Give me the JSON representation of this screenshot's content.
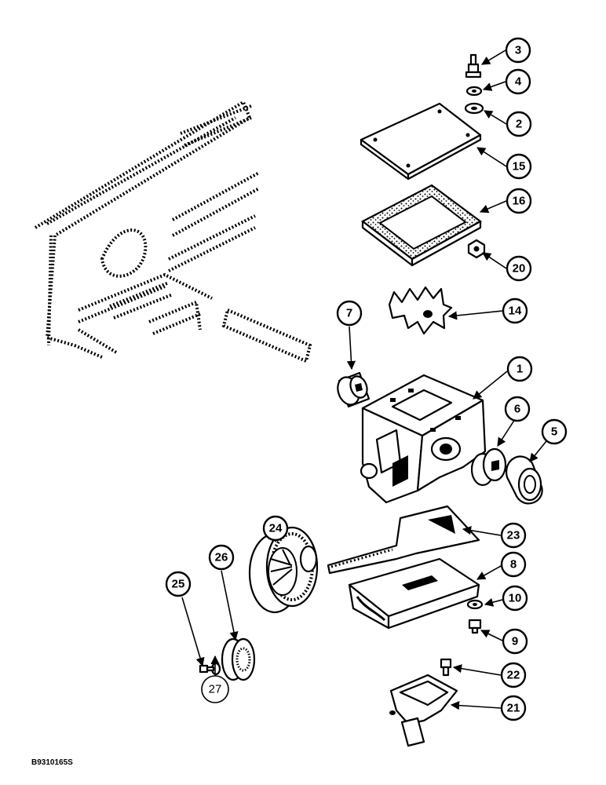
{
  "callouts": {
    "c1": "1",
    "c2": "2",
    "c3": "3",
    "c4": "4",
    "c5": "5",
    "c6": "6",
    "c7": "7",
    "c8": "8",
    "c9": "9",
    "c10": "10",
    "c14": "14",
    "c15": "15",
    "c16": "16",
    "c20": "20",
    "c21": "21",
    "c22": "22",
    "c23": "23",
    "c24": "24",
    "c25": "25",
    "c26": "26",
    "c27": "27"
  },
  "drawing_code": "B9310165S"
}
